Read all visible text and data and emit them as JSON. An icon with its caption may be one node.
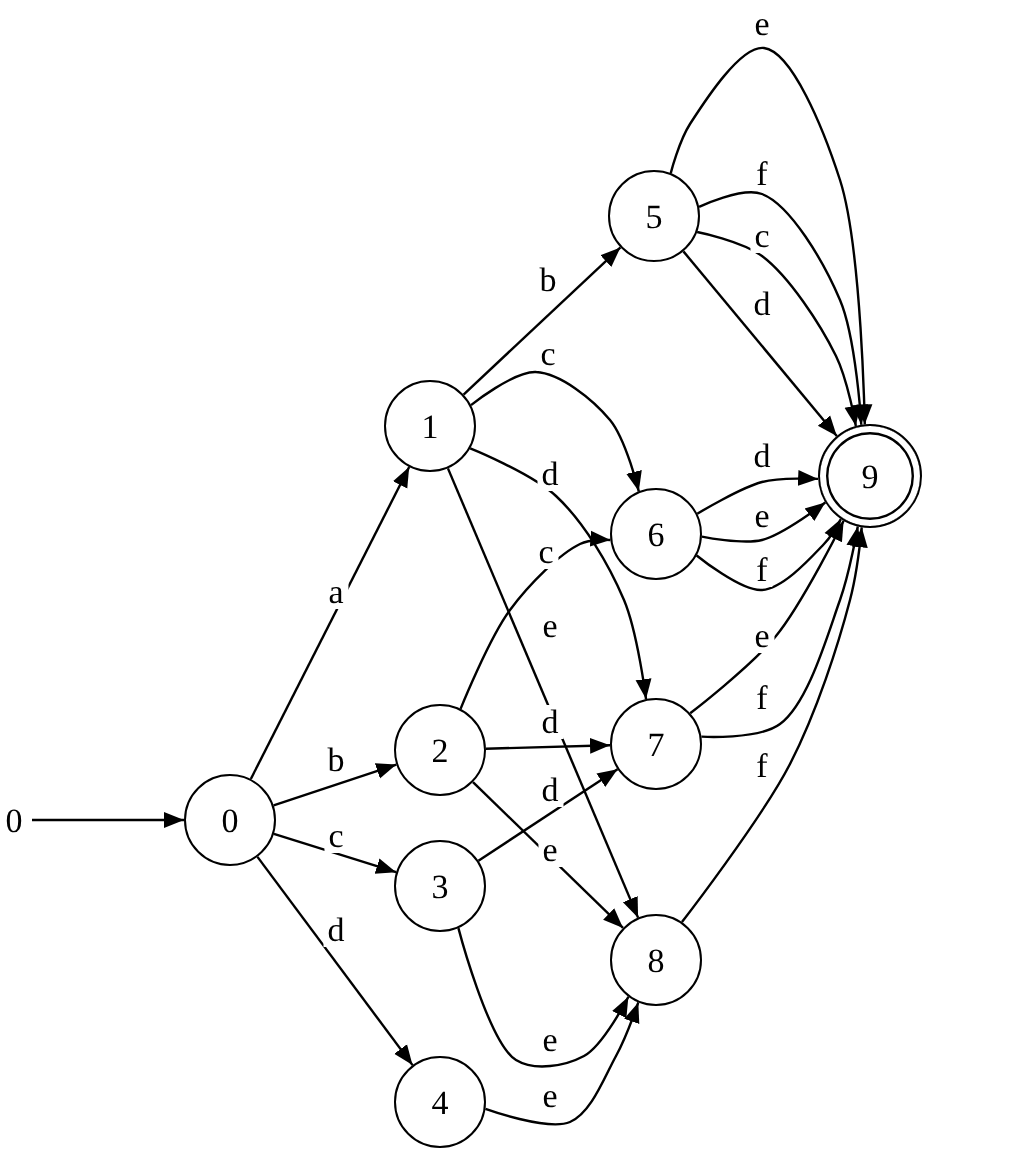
{
  "diagram": {
    "nodes": [
      {
        "text": [
          "0"
        ]
      },
      {
        "text": [
          "0"
        ]
      },
      {
        "text": [
          "1"
        ]
      },
      {
        "text": [
          "2"
        ]
      },
      {
        "text": [
          "3"
        ]
      },
      {
        "text": [
          "4"
        ]
      },
      {
        "text": [
          "5"
        ]
      },
      {
        "text": [
          "6"
        ]
      },
      {
        "text": [
          "7"
        ]
      },
      {
        "text": [
          "8"
        ]
      },
      {
        "text": [
          "9"
        ]
      }
    ],
    "edges": [
      {
        "from": 0,
        "to": 1,
        "arrow": "to"
      },
      {
        "from": 1,
        "to": 2,
        "arrow": "to",
        "label": "a"
      },
      {
        "from": 1,
        "to": 3,
        "arrow": "to",
        "label": "b"
      },
      {
        "from": 1,
        "to": 4,
        "arrow": "to",
        "label": "c"
      },
      {
        "from": 1,
        "to": 5,
        "arrow": "to",
        "label": "d"
      },
      {
        "from": 2,
        "to": 6,
        "arrow": "to",
        "label": "b"
      },
      {
        "from": 2,
        "to": 7,
        "arrow": "to",
        "label": "c"
      },
      {
        "from": 2,
        "to": 8,
        "arrow": "to",
        "label": "d"
      },
      {
        "from": 2,
        "to": 9,
        "arrow": "to",
        "label": "e"
      },
      {
        "from": 3,
        "to": 7,
        "arrow": "to",
        "label": "c"
      },
      {
        "from": 3,
        "to": 8,
        "arrow": "to",
        "label": "d"
      },
      {
        "from": 3,
        "to": 9,
        "arrow": "to",
        "label": "e"
      },
      {
        "from": 4,
        "to": 8,
        "arrow": "to",
        "label": "d"
      },
      {
        "from": 4,
        "to": 9,
        "arrow": "to",
        "label": "e"
      },
      {
        "from": 5,
        "to": 9,
        "arrow": "to",
        "label": "e"
      },
      {
        "from": 6,
        "to": 10,
        "arrow": "to",
        "label": "e"
      },
      {
        "from": 6,
        "to": 10,
        "arrow": "to",
        "label": "f"
      },
      {
        "from": 6,
        "to": 10,
        "arrow": "to",
        "label": "c"
      },
      {
        "from": 6,
        "to": 10,
        "arrow": "to",
        "label": "d"
      },
      {
        "from": 7,
        "to": 10,
        "arrow": "to",
        "label": "d"
      },
      {
        "from": 7,
        "to": 10,
        "arrow": "to",
        "label": "e"
      },
      {
        "from": 7,
        "to": 10,
        "arrow": "to",
        "label": "f"
      },
      {
        "from": 8,
        "to": 10,
        "arrow": "to",
        "label": "e"
      },
      {
        "from": 8,
        "to": 10,
        "arrow": "to",
        "label": "f"
      },
      {
        "from": 9,
        "to": 10,
        "arrow": "to",
        "label": "f"
      }
    ]
  }
}
